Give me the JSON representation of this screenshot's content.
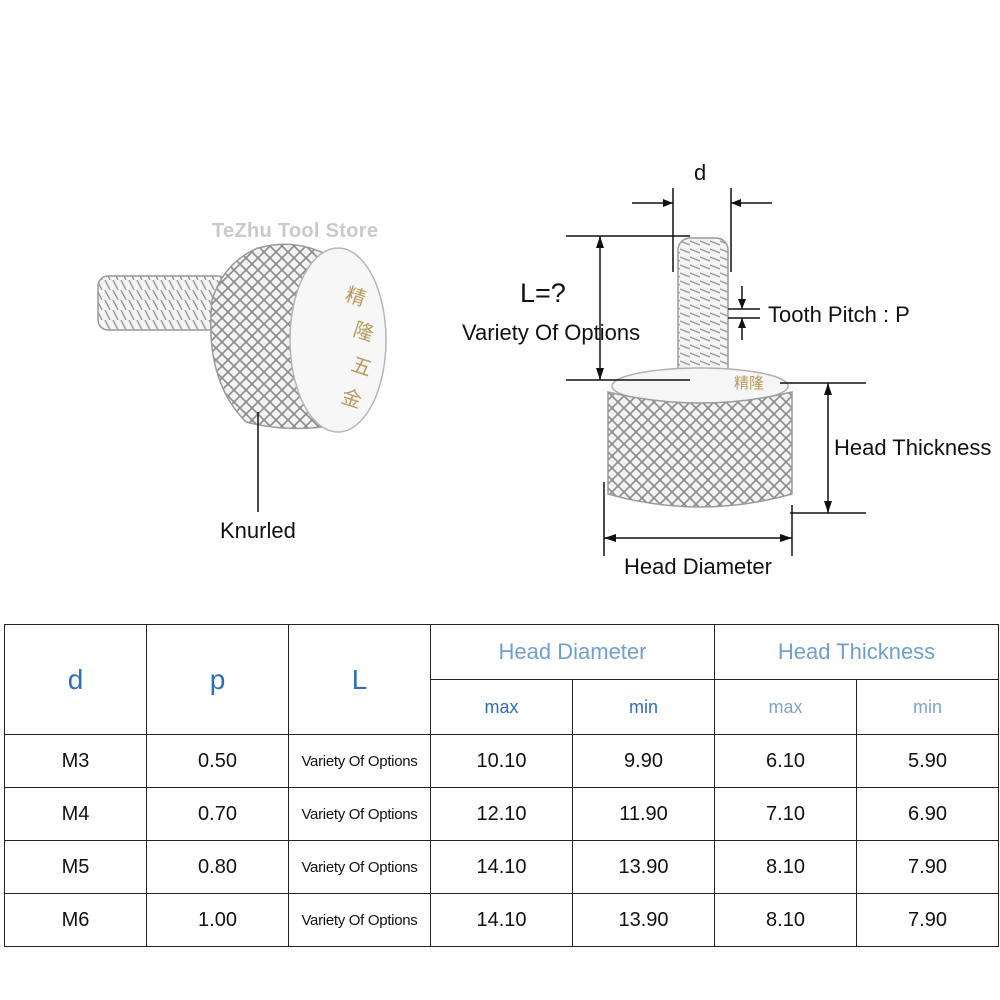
{
  "watermark": "TeZhu Tool Store",
  "stamp_text": "精隆五金",
  "diagram": {
    "knurled_label": "Knurled",
    "d_label": "d",
    "length_label": "L=?",
    "length_options": "Variety Of Options",
    "tooth_pitch_label": "Tooth Pitch : P",
    "head_thickness_label": "Head Thickness",
    "head_diameter_label": "Head Diameter"
  },
  "table": {
    "headers": {
      "d": "d",
      "p": "p",
      "L": "L",
      "head_diameter": "Head Diameter",
      "head_thickness": "Head Thickness",
      "max": "max",
      "min": "min"
    },
    "rows": [
      [
        "M3",
        "0.50",
        "Variety Of Options",
        "10.10",
        "9.90",
        "6.10",
        "5.90"
      ],
      [
        "M4",
        "0.70",
        "Variety Of Options",
        "12.10",
        "11.90",
        "7.10",
        "6.90"
      ],
      [
        "M5",
        "0.80",
        "Variety Of Options",
        "14.10",
        "13.90",
        "8.10",
        "7.90"
      ],
      [
        "M6",
        "1.00",
        "Variety Of Options",
        "14.10",
        "13.90",
        "8.10",
        "7.90"
      ]
    ]
  },
  "colors": {
    "header_blue": "#2f6fb6",
    "header_light_blue": "#6f9fd2"
  }
}
